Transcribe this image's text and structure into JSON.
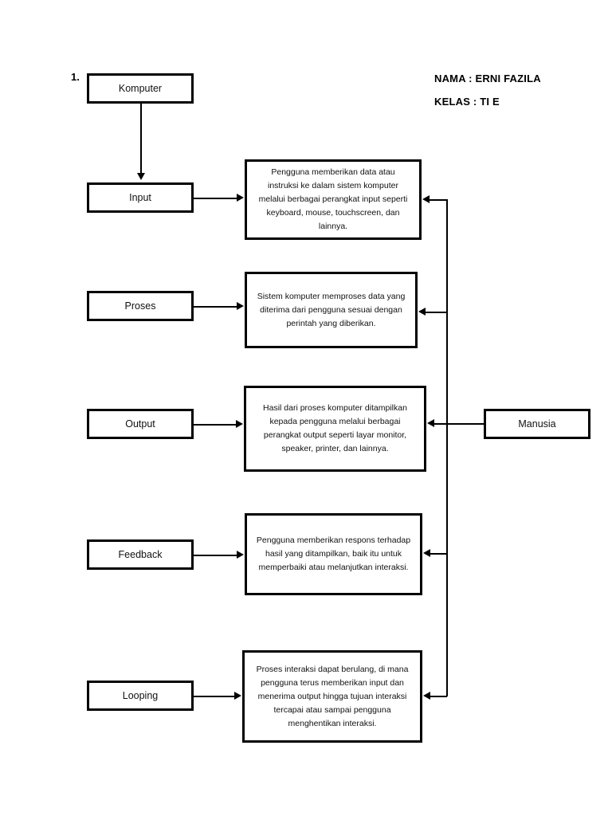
{
  "header": {
    "nama_line": "NAMA : ERNI FAZILA",
    "kelas_line": "KELAS : TI E"
  },
  "step_number": "1.",
  "nodes": {
    "komputer": "Komputer",
    "input": "Input",
    "proses": "Proses",
    "output": "Output",
    "feedback": "Feedback",
    "looping": "Looping",
    "manusia": "Manusia"
  },
  "descriptions": {
    "input": "Pengguna memberikan data atau instruksi ke dalam sistem komputer melalui berbagai perangkat input seperti keyboard, mouse, touchscreen, dan lainnya.",
    "proses": "Sistem komputer memproses data yang diterima dari pengguna sesuai dengan perintah yang diberikan.",
    "output": "Hasil dari proses komputer ditampilkan kepada pengguna melalui berbagai perangkat output seperti layar monitor, speaker, printer, dan lainnya.",
    "feedback": "Pengguna memberikan respons terhadap hasil yang ditampilkan, baik itu untuk memperbaiki atau melanjutkan interaksi.",
    "looping": "Proses interaksi dapat berulang, di mana pengguna terus memberikan input dan menerima output hingga tujuan interaksi tercapai atau sampai pengguna menghentikan interaksi."
  },
  "colors": {
    "stroke": "#000000",
    "background": "#ffffff",
    "text": "#111111"
  }
}
